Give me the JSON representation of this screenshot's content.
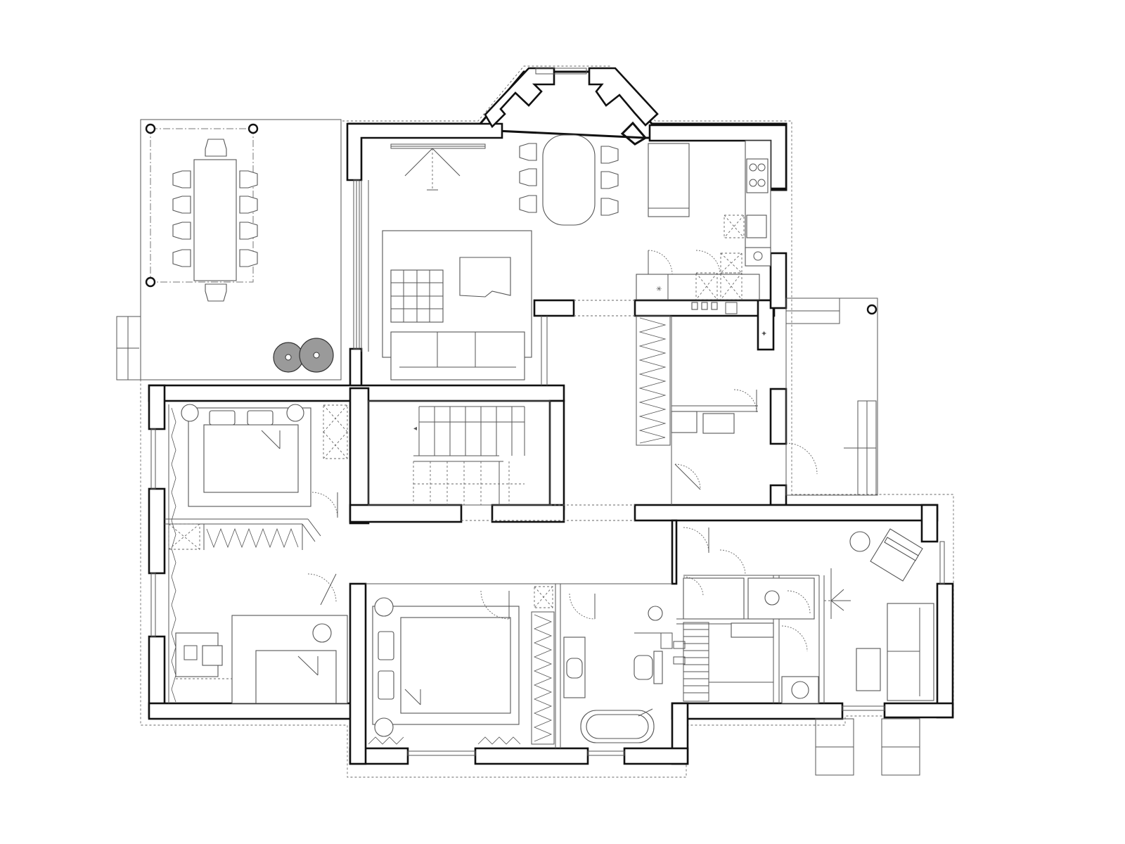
{
  "diagram": {
    "type": "architectural-floor-plan",
    "labels": [],
    "colors": {
      "wall": "#111111",
      "furniture": "#555555",
      "background": "#ffffff",
      "plant": "#9a9a9a"
    },
    "rooms": [
      {
        "id": "terrace-dining",
        "furniture": [
          "dining-table",
          "chairs"
        ],
        "chair_count": 10,
        "plant_count": 2,
        "column_count": 3
      },
      {
        "id": "living-room",
        "furniture": [
          "sofa",
          "rug",
          "ottoman",
          "coffee-table",
          "pendant-light"
        ]
      },
      {
        "id": "dining-area",
        "furniture": [
          "oval-dining-table",
          "chairs"
        ],
        "chair_count": 6
      },
      {
        "id": "kitchen",
        "furniture": [
          "hob",
          "sink",
          "counter",
          "island"
        ],
        "hob_burners": 4
      },
      {
        "id": "staircase"
      },
      {
        "id": "utility"
      },
      {
        "id": "bedroom-1",
        "furniture": [
          "double-bed",
          "nightstands",
          "wardrobe"
        ]
      },
      {
        "id": "study-bedroom",
        "furniture": [
          "desk",
          "office-chair",
          "bed",
          "round-table"
        ]
      },
      {
        "id": "master-bedroom",
        "furniture": [
          "king-bed",
          "nightstands",
          "wardrobe"
        ]
      },
      {
        "id": "bathroom",
        "furniture": [
          "bathtub",
          "vanity-sink",
          "toilet"
        ]
      },
      {
        "id": "shower-room",
        "furniture": [
          "shower",
          "sink"
        ]
      },
      {
        "id": "sauna"
      },
      {
        "id": "lounge",
        "furniture": [
          "sofa",
          "daybed",
          "side-table",
          "coffee-table"
        ]
      }
    ]
  }
}
